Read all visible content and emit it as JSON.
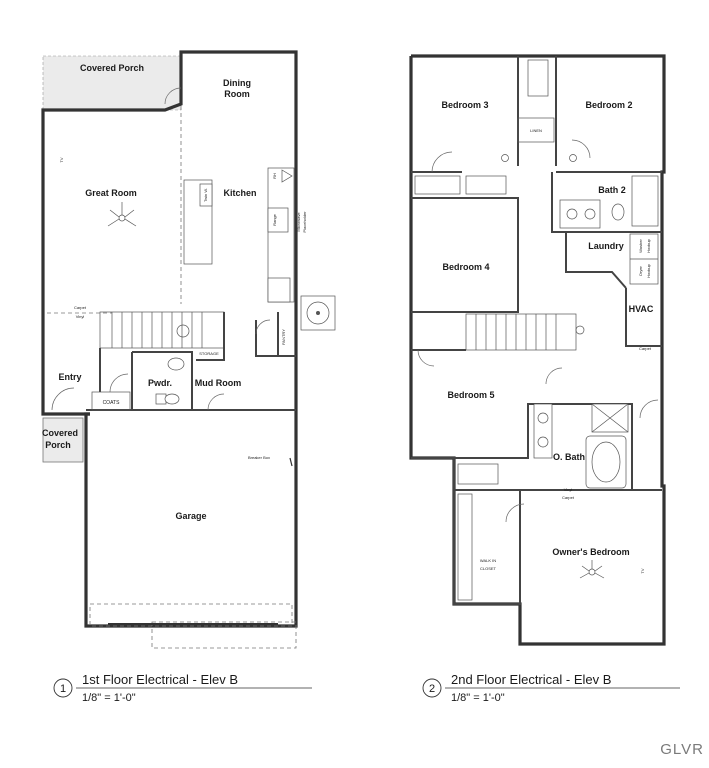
{
  "plan1": {
    "rooms": {
      "covered_porch_top": "Covered Porch",
      "dining": "Dining\nRoom",
      "great_room": "Great Room",
      "kitchen": "Kitchen",
      "entry": "Entry",
      "pwdr": "Pwdr.",
      "mud_room": "Mud Room",
      "covered_porch_side": "Covered\nPorch",
      "garage": "Garage"
    },
    "labels": {
      "coats": "COATS",
      "storage": "STORAGE",
      "pantry": "PANTRY",
      "breaker_box": "Breaker Box",
      "carpet": "Carpet",
      "vinyl": "Vinyl",
      "tv": "TV",
      "range": "Range",
      "microwave": "Microwave\nPlaceholder",
      "twin_w": "Twin W.",
      "rh": "RH"
    },
    "caption": {
      "number": "1",
      "title": "1st Floor Electrical - Elev B",
      "scale": "1/8\" = 1'-0\""
    }
  },
  "plan2": {
    "rooms": {
      "bedroom3": "Bedroom 3",
      "bedroom2": "Bedroom 2",
      "bath2": "Bath 2",
      "bedroom4": "Bedroom 4",
      "laundry": "Laundry",
      "hvac": "HVAC",
      "bedroom5": "Bedroom 5",
      "obath": "O. Bath",
      "owners_bedroom": "Owner's Bedroom"
    },
    "labels": {
      "linen": "LINEN",
      "walk_in_closet": "WALK IN\nCLOSET",
      "washer": "Washer\nHookup",
      "dryer": "Dryer\nHookup",
      "carpet": "Carpet",
      "vinyl": "Vinyl",
      "tv": "TV"
    },
    "caption": {
      "number": "2",
      "title": "2nd Floor Electrical - Elev B",
      "scale": "1/8\" = 1'-0\""
    }
  },
  "watermark": "GLVR"
}
